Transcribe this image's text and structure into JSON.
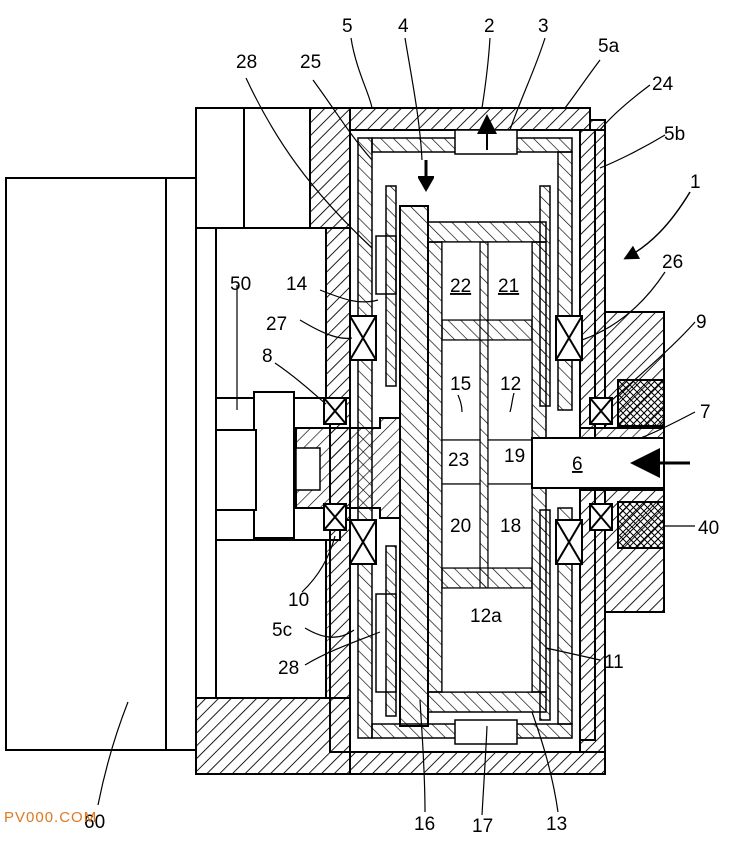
{
  "figure": {
    "labels": {
      "l1": "1",
      "l2": "2",
      "l3": "3",
      "l4": "4",
      "l5": "5",
      "l5a": "5a",
      "l5b": "5b",
      "l5c": "5c",
      "l6": "6",
      "l7": "7",
      "l8": "8",
      "l9": "9",
      "l10": "10",
      "l11": "11",
      "l12": "12",
      "l12a": "12a",
      "l13": "13",
      "l14": "14",
      "l15": "15",
      "l16": "16",
      "l17": "17",
      "l18": "18",
      "l19": "19",
      "l20": "20",
      "l21": "21",
      "l22": "22",
      "l23": "23",
      "l24": "24",
      "l25": "25",
      "l26": "26",
      "l27": "27",
      "l28a": "28",
      "l28b": "28",
      "l40": "40",
      "l50": "50",
      "l60": "60"
    },
    "watermark": "PV000.COM"
  },
  "colors": {
    "line": "#000000",
    "fill": "#ffffff",
    "watermark": "#e07820"
  },
  "icons": [
    "flow-arrow-up-icon",
    "flow-arrow-down-icon",
    "flow-arrow-left-icon",
    "pointer-arrow-icon"
  ]
}
